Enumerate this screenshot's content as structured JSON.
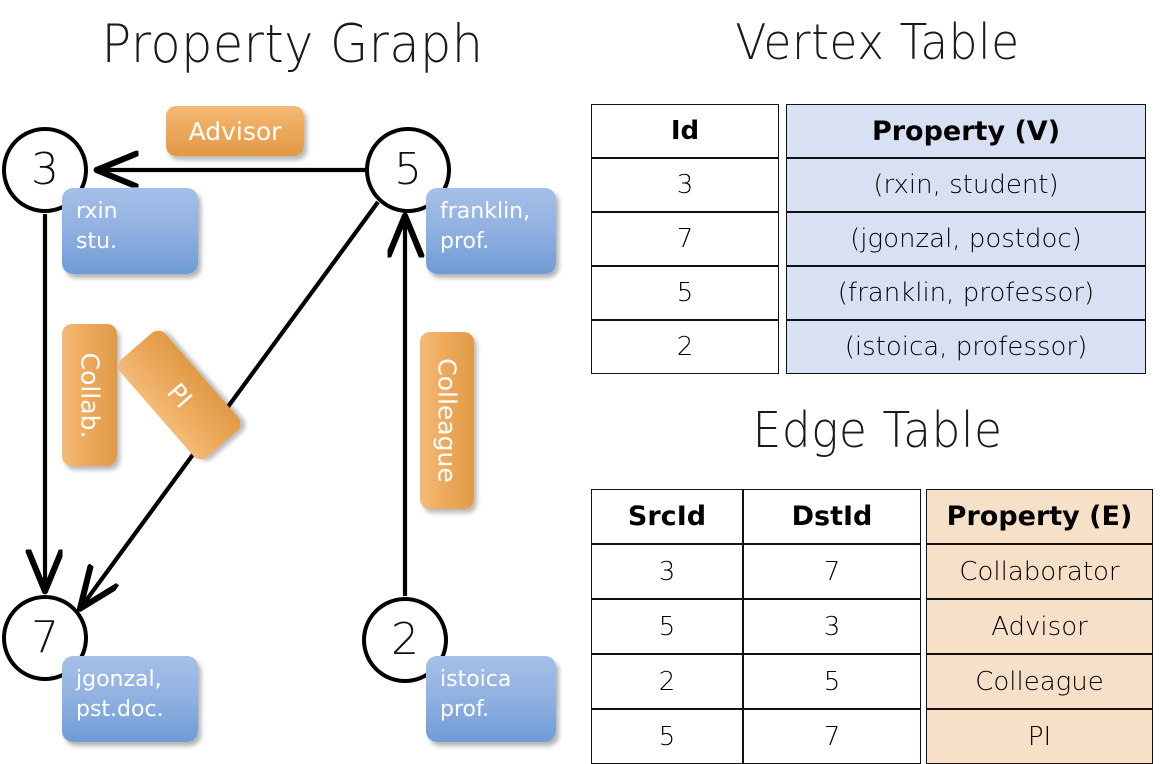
{
  "titles": {
    "property_graph": "Property Graph",
    "vertex_table": "Vertex Table",
    "edge_table": "Edge Table"
  },
  "graph": {
    "nodes": [
      {
        "id": "3",
        "property_lines": [
          "rxin",
          "stu."
        ]
      },
      {
        "id": "5",
        "property_lines": [
          "franklin,",
          "prof."
        ]
      },
      {
        "id": "7",
        "property_lines": [
          "jgonzal,",
          "pst.doc."
        ]
      },
      {
        "id": "2",
        "property_lines": [
          "istoica",
          "prof."
        ]
      }
    ],
    "edge_labels": [
      {
        "name": "advisor",
        "text": "Advisor"
      },
      {
        "name": "collab",
        "text": "Collab."
      },
      {
        "name": "pi",
        "text": "PI"
      },
      {
        "name": "colleague",
        "text": "Colleague"
      }
    ],
    "edges": [
      {
        "src": "5",
        "dst": "3",
        "label": "Advisor"
      },
      {
        "src": "3",
        "dst": "7",
        "label": "Collab."
      },
      {
        "src": "5",
        "dst": "7",
        "label": "PI"
      },
      {
        "src": "2",
        "dst": "5",
        "label": "Colleague"
      }
    ]
  },
  "vertex_table": {
    "headers": [
      "Id",
      "Property (V)"
    ],
    "rows": [
      {
        "id": "3",
        "property": "(rxin, student)"
      },
      {
        "id": "7",
        "property": "(jgonzal, postdoc)"
      },
      {
        "id": "5",
        "property": "(franklin, professor)"
      },
      {
        "id": "2",
        "property": "(istoica, professor)"
      }
    ]
  },
  "edge_table": {
    "headers": [
      "SrcId",
      "DstId",
      "Property (E)"
    ],
    "rows": [
      {
        "src": "3",
        "dst": "7",
        "property": "Collaborator"
      },
      {
        "src": "5",
        "dst": "3",
        "property": "Advisor"
      },
      {
        "src": "2",
        "dst": "5",
        "property": "Colleague"
      },
      {
        "src": "5",
        "dst": "7",
        "property": "PI"
      }
    ]
  },
  "colors": {
    "vertex_property_fill": "#d7e1f3",
    "edge_property_fill": "#f7e0c8",
    "node_property_box": "#8fb0e0",
    "edge_label_box": "#eeab5f",
    "stroke": "#111111",
    "background": "#ffffff"
  }
}
